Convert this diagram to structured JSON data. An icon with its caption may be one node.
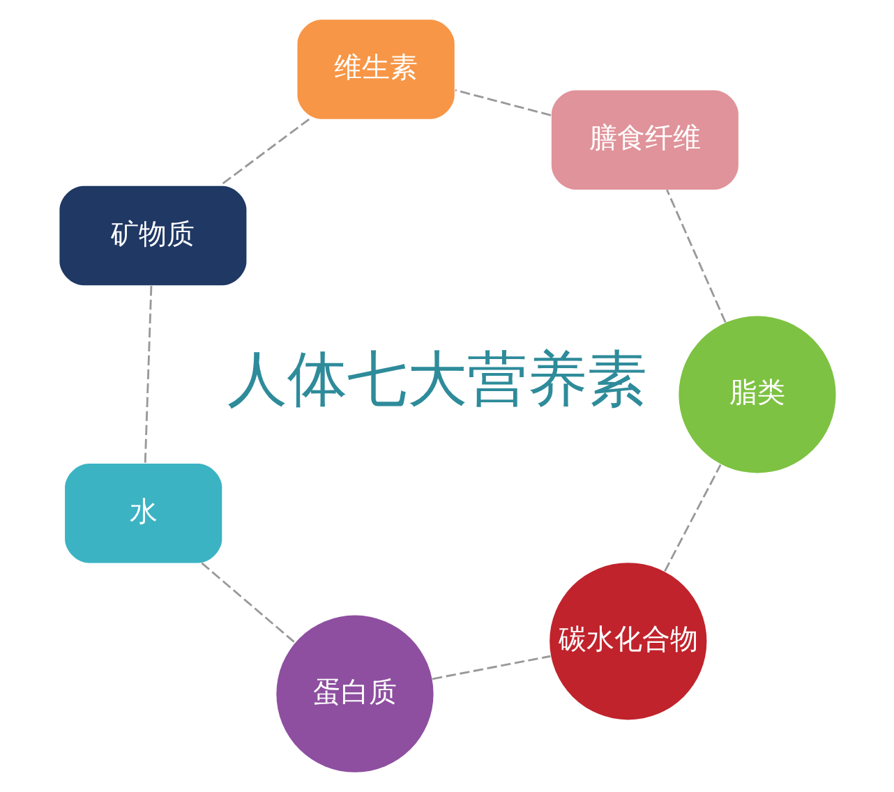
{
  "diagram": {
    "nodes": [
      {
        "text": [
          "水"
        ]
      },
      {
        "text": [
          "蛋白质"
        ]
      },
      {
        "text": [
          "碳水化合物"
        ]
      },
      {
        "text": [
          "脂类"
        ]
      },
      {
        "text": [
          "膳食纤维"
        ]
      },
      {
        "text": [
          "维生素"
        ]
      },
      {
        "text": [
          "矿物质"
        ]
      }
    ],
    "edges": [
      {
        "from": 0,
        "to": 1,
        "arrow": "none",
        "style": "dashed"
      },
      {
        "from": 1,
        "to": 2,
        "arrow": "none",
        "style": "dashed"
      },
      {
        "from": 2,
        "to": 3,
        "arrow": "none",
        "style": "dashed"
      },
      {
        "from": 3,
        "to": 4,
        "arrow": "none",
        "style": "dashed"
      },
      {
        "from": 4,
        "to": 5,
        "arrow": "none",
        "style": "dashed"
      },
      {
        "from": 5,
        "to": 6,
        "arrow": "none",
        "style": "dashed"
      },
      {
        "from": 6,
        "to": 0,
        "arrow": "none",
        "style": "dashed"
      }
    ],
    "labels": [
      "人体七大营养素"
    ]
  }
}
